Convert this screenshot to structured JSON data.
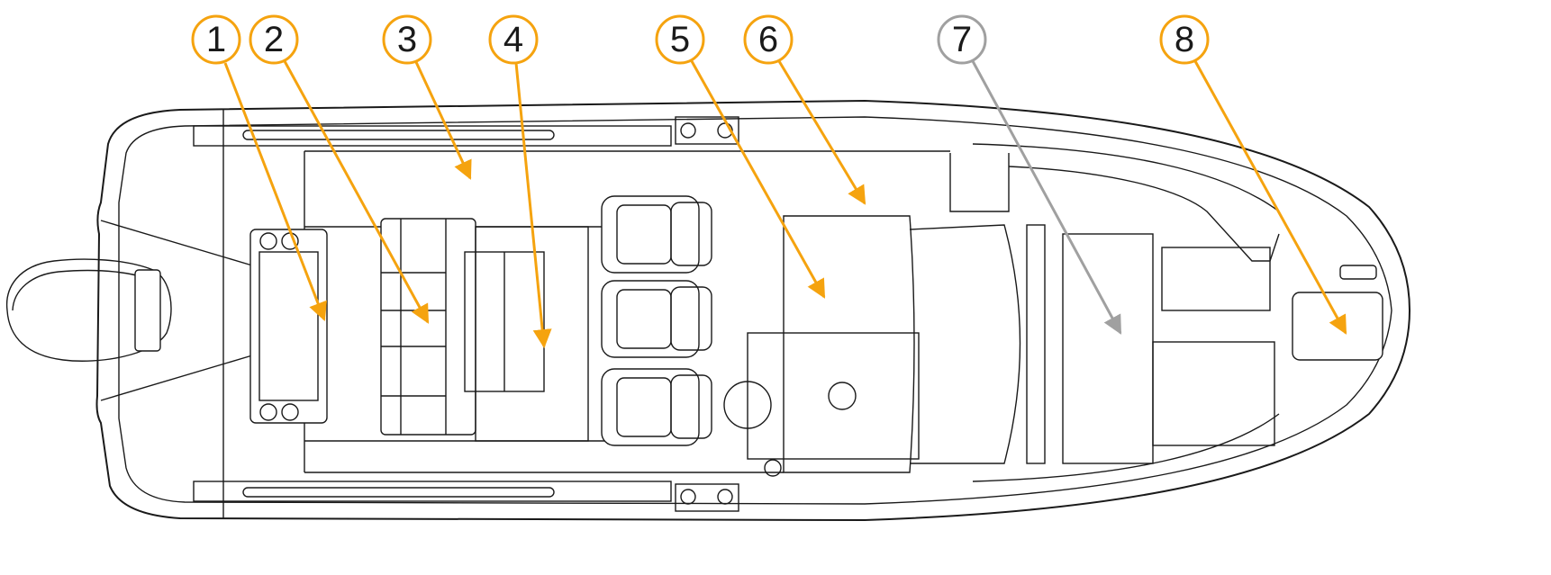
{
  "diagram": {
    "subject": "boat-top-view",
    "colors": {
      "callout_primary": "#F5A30F",
      "callout_secondary": "#A0A0A0",
      "line": "#1A1A1A"
    },
    "callouts": [
      {
        "label": "1",
        "color": "#F5A30F"
      },
      {
        "label": "2",
        "color": "#F5A30F"
      },
      {
        "label": "3",
        "color": "#F5A30F"
      },
      {
        "label": "4",
        "color": "#F5A30F"
      },
      {
        "label": "5",
        "color": "#F5A30F"
      },
      {
        "label": "6",
        "color": "#F5A30F"
      },
      {
        "label": "7",
        "color": "#A0A0A0"
      },
      {
        "label": "8",
        "color": "#F5A30F"
      }
    ]
  }
}
